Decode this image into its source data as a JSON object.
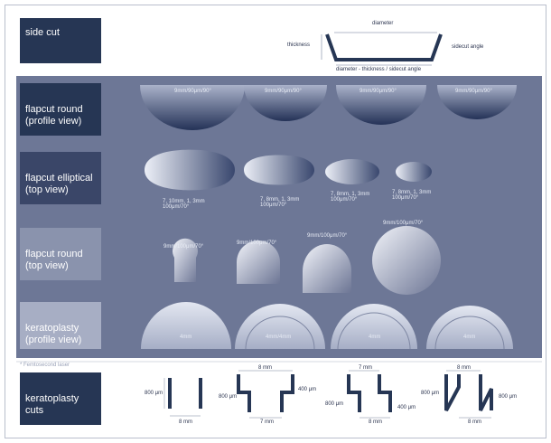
{
  "rows": {
    "side_cut": "side cut",
    "flapcut_round_profile": "flapcut round\n(profile view)",
    "flapcut_elliptical": "flapcut elliptical\n(top view)",
    "flapcut_round_top": "flapcut round\n(top view)",
    "keratoplasty_profile": "keratoplasty\n(profile view)",
    "keratoplasty_cuts": "keratoplasty\ncuts"
  },
  "side_cut_diagram": {
    "diameter": "diameter",
    "thickness": "thickness",
    "sidecut_angle": "sidecut angle",
    "bottom": "diameter - thickness / sidecut angle"
  },
  "profile_caps": [
    "9mm/90μm/90°",
    "9mm/90μm/90°",
    "9mm/90μm/90°",
    "9mm/90μm/90°"
  ],
  "elliptical_labels": [
    "7, 10mm, 1, 3mm\n100μm/70°",
    "7, 8mm, 1, 3mm\n100μm/70°",
    "7, 8mm, 1, 3mm\n100μm/70°",
    "7, 8mm, 1, 3mm\n100μm/70°"
  ],
  "round_top_labels": [
    "9mm/100μm/70°",
    "9mm/100μm/70°",
    "9mm/100μm/70°",
    "9mm/100μm/70°"
  ],
  "kerato_profile_labels": [
    "4mm",
    "4mm/4mm",
    "4mm",
    "4mm"
  ],
  "footnote": "* Femtosecond laser",
  "cuts": {
    "c1": {
      "height": "800 μm",
      "bottom": "8 mm"
    },
    "c2": {
      "top": "8 mm",
      "left": "800 μm",
      "right": "400 μm",
      "bottom": "7 mm"
    },
    "c3": {
      "top": "7 mm",
      "left": "800 μm",
      "right": "400 μm",
      "bottom": "8 mm"
    },
    "c4": {
      "top": "8 mm",
      "left": "800 μm",
      "right": "800 μm",
      "bottom": "8 mm"
    }
  },
  "colors": {
    "navy": "#263654",
    "band": "#6d7796",
    "shape_light": "#eceff7",
    "shape_dark": "#39476e"
  }
}
